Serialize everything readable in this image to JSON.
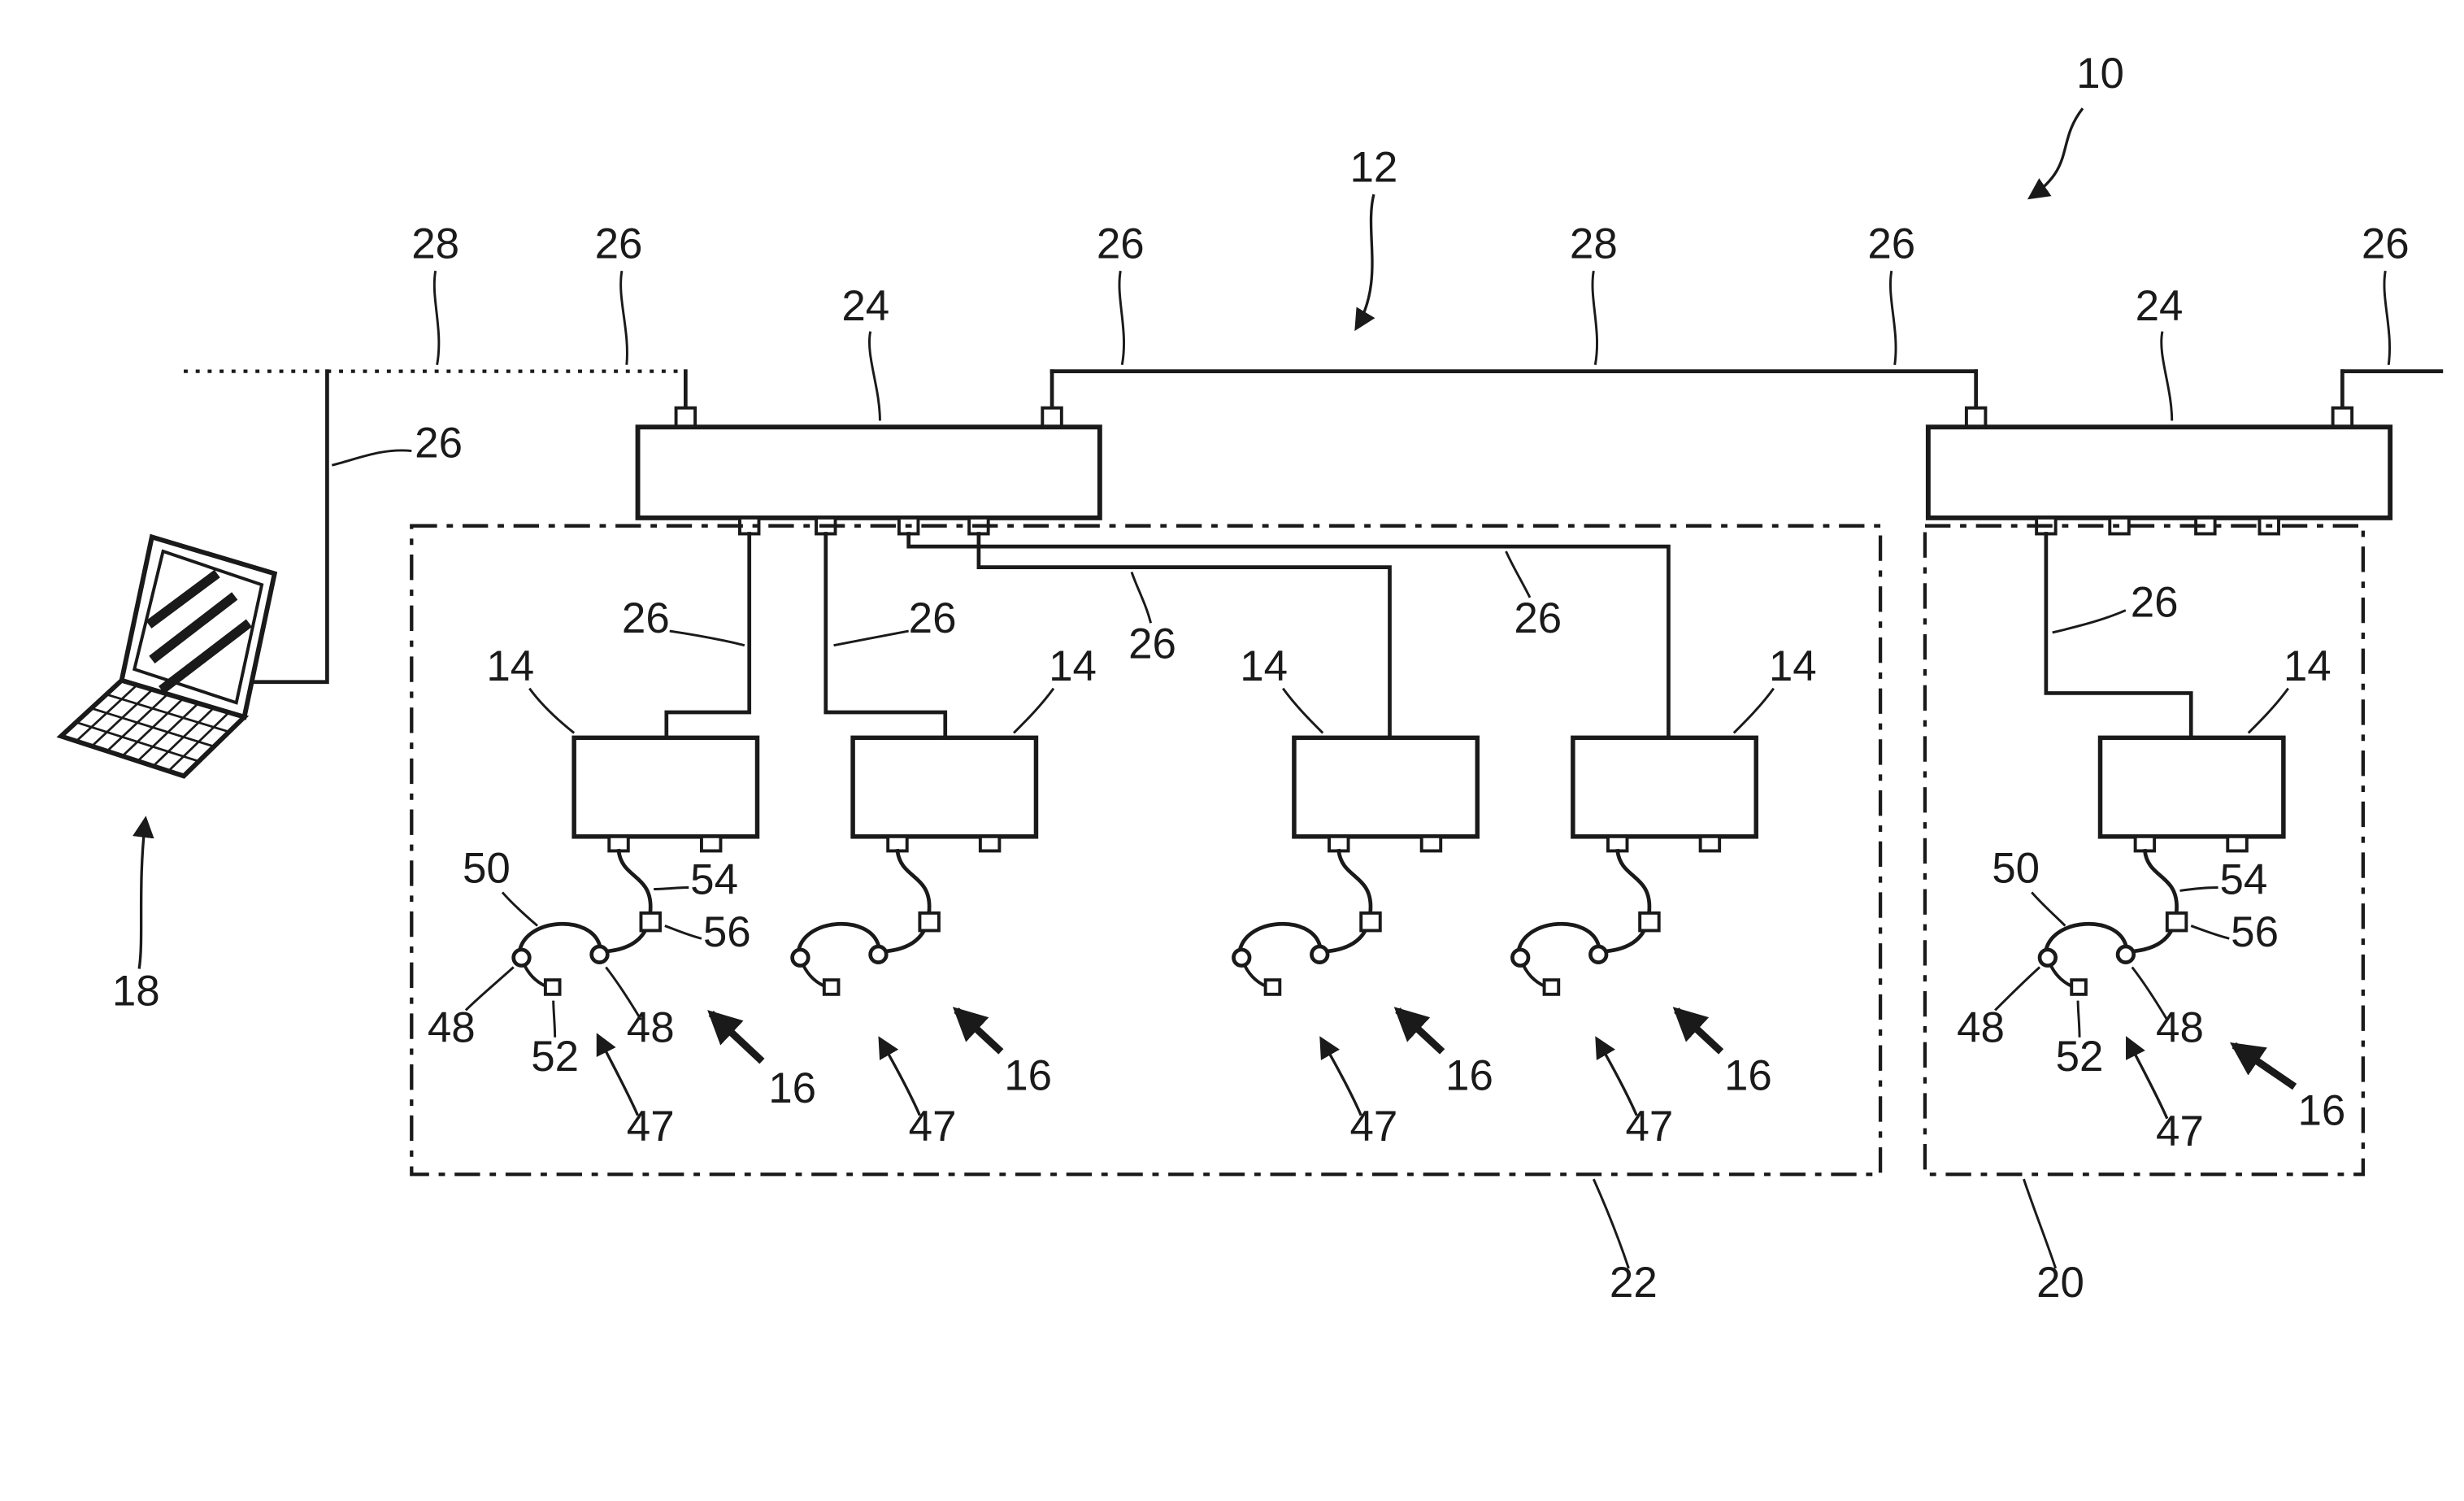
{
  "colors": {
    "ink": "#1a1a1a",
    "background": "#ffffff"
  },
  "labels": {
    "n10": "10",
    "n12": "12",
    "n14": "14",
    "n16": "16",
    "n18": "18",
    "n20": "20",
    "n22": "22",
    "n24": "24",
    "n26": "26",
    "n28": "28",
    "n47": "47",
    "n48": "48",
    "n50": "50",
    "n52": "52",
    "n54": "54",
    "n56": "56"
  }
}
